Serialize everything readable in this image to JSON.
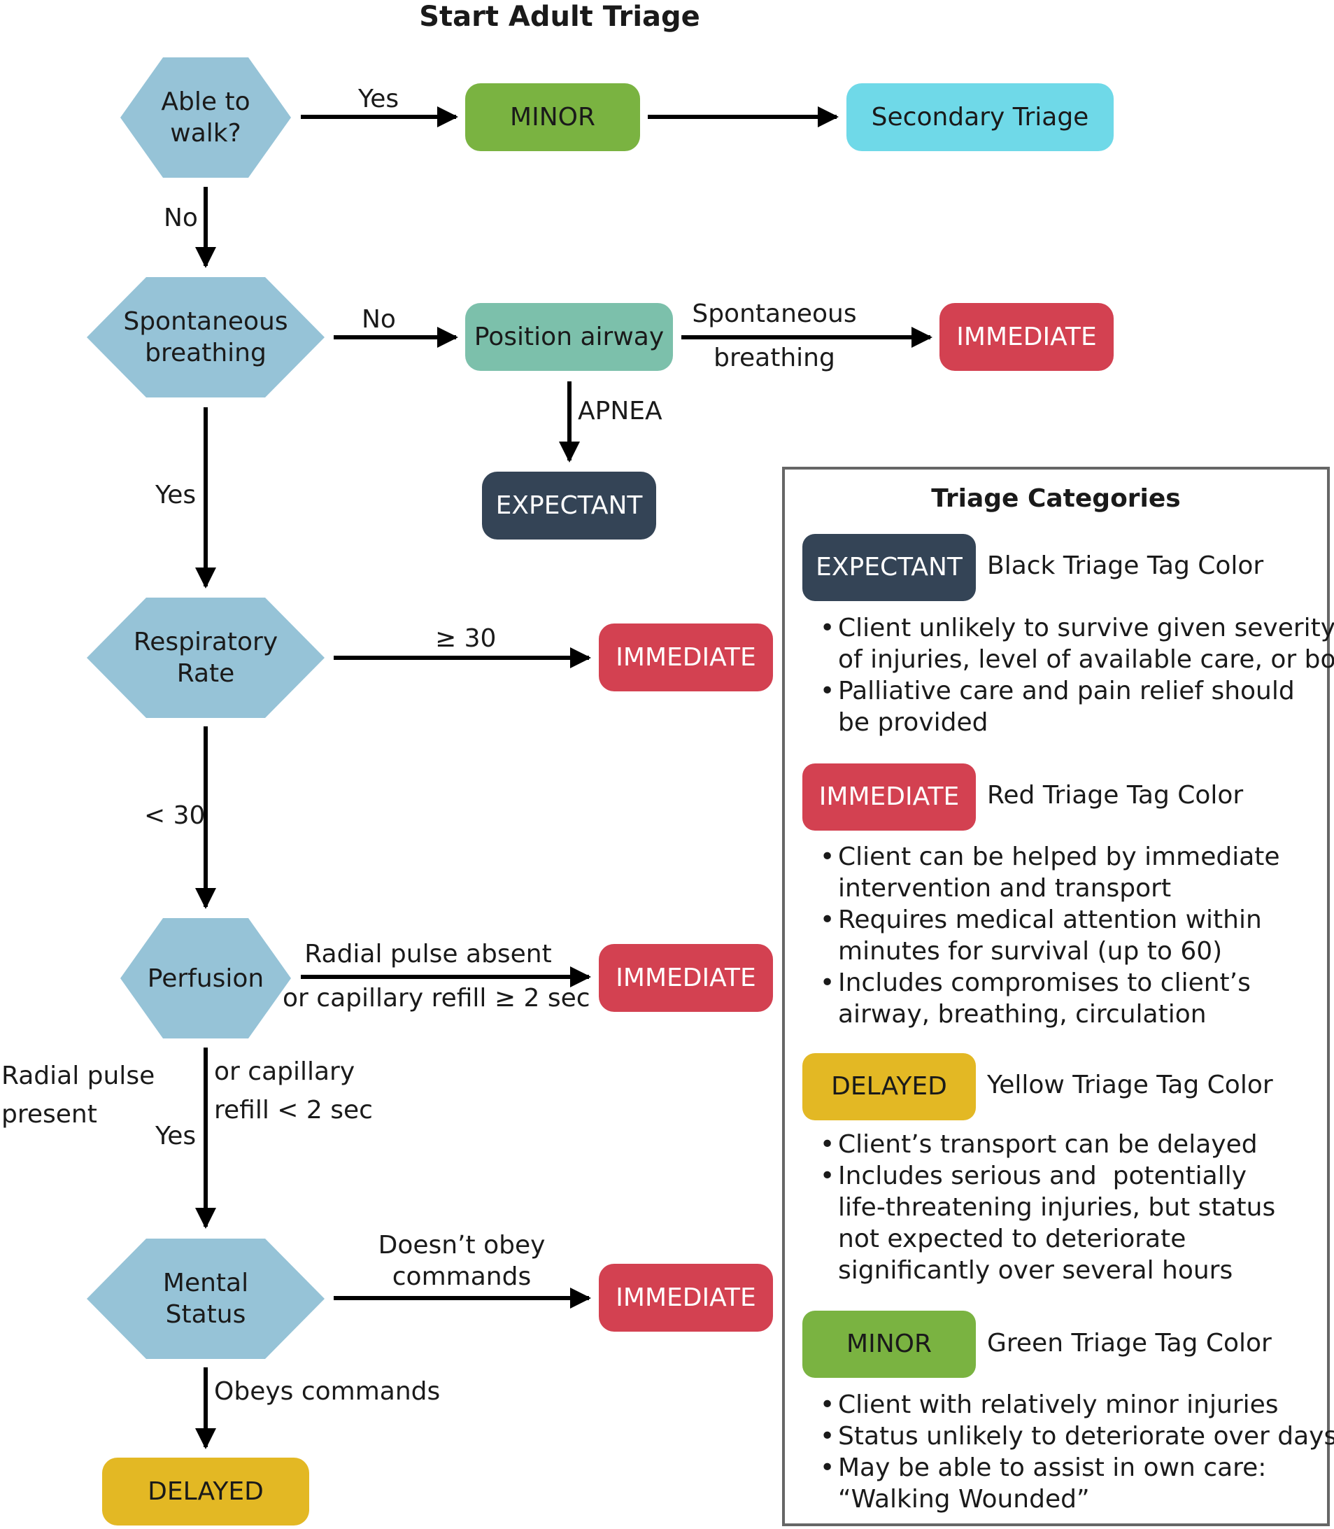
{
  "title": "Start Adult Triage",
  "decisions": {
    "walk": "Able to\nwalk?",
    "breathing": "Spontaneous\nbreathing",
    "resp_rate": "Respiratory\nRate",
    "perfusion": "Perfusion",
    "mental": "Mental\nStatus"
  },
  "outcomes": {
    "minor": "MINOR",
    "secondary": "Secondary Triage",
    "position_airway": "Position airway",
    "immediate": "IMMEDIATE",
    "expectant": "EXPECTANT",
    "delayed": "DELAYED"
  },
  "edges": {
    "walk_yes": "Yes",
    "walk_no": "No",
    "breathing_no": "No",
    "airway_spont_1": "Spontaneous",
    "airway_spont_2": "breathing",
    "apnea": "APNEA",
    "breathing_yes": "Yes",
    "rr_ge": "≥ 30",
    "rr_lt": "< 30",
    "perf_absent_1": "Radial pulse absent",
    "perf_absent_2": "or capillary refill ≥ 2 sec",
    "perf_present_1": "Radial pulse",
    "perf_present_2": "present",
    "perf_present_3": "or capillary",
    "perf_present_4": "refill < 2 sec",
    "perf_yes": "Yes",
    "mental_no_1": "Doesn’t obey",
    "mental_no_2": "commands",
    "mental_yes": "Obeys commands"
  },
  "legend": {
    "title": "Triage Categories",
    "categories": [
      {
        "tag": "EXPECTANT",
        "color_name": "Black Triage Tag Color",
        "color": "#344456",
        "bullets": [
          "Client unlikely to survive given severity\nof injuries, level of available care, or both",
          "Palliative care and pain relief should\nbe provided"
        ]
      },
      {
        "tag": "IMMEDIATE",
        "color_name": "Red Triage Tag Color",
        "color": "#d34151",
        "bullets": [
          "Client can be helped by immediate\nintervention and transport",
          "Requires medical attention within\nminutes for survival (up to 60)",
          "Includes compromises to client’s\nairway, breathing, circulation"
        ]
      },
      {
        "tag": "DELAYED",
        "color_name": "Yellow Triage Tag Color",
        "color": "#e3b824",
        "bullets": [
          "Client’s transport can be delayed",
          "Includes serious and  potentially\nlife-threatening injuries, but status\nnot expected to deteriorate\nsignificantly over several hours"
        ]
      },
      {
        "tag": "MINOR",
        "color_name": "Green Triage Tag Color",
        "color": "#7ab341",
        "bullets": [
          "Client with relatively minor injuries",
          "Status unlikely to deteriorate over days",
          "May be able to assist in own care:\n“Walking Wounded”"
        ]
      }
    ]
  },
  "colors": {
    "decision": "#96c3d7",
    "minor": "#7ab341",
    "secondary": "#6fd9e8",
    "airway": "#7cc0ab",
    "immediate": "#d34151",
    "expectant": "#344456",
    "delayed": "#e3b824"
  }
}
